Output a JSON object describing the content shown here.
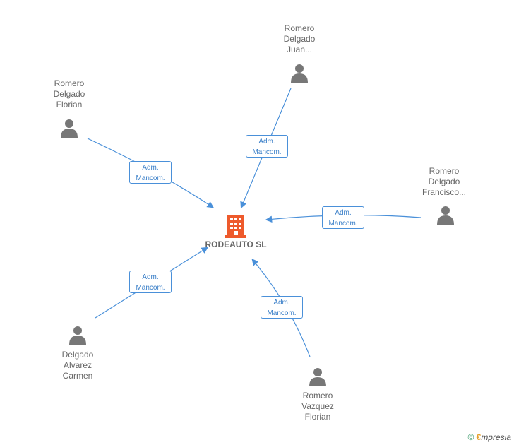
{
  "center": {
    "name": "RODEAUTO SL",
    "icon": "building-icon",
    "color": "#ee5a2c"
  },
  "people": [
    {
      "id": "p1",
      "name": "Romero\nDelgado\nJuan...",
      "icon": "person-icon"
    },
    {
      "id": "p2",
      "name": "Romero\nDelgado\nFlorian",
      "icon": "person-icon"
    },
    {
      "id": "p3",
      "name": "Romero\nDelgado\nFrancisco...",
      "icon": "person-icon"
    },
    {
      "id": "p4",
      "name": "Delgado\nAlvarez\nCarmen",
      "icon": "person-icon"
    },
    {
      "id": "p5",
      "name": "Romero\nVazquez\nFlorian",
      "icon": "person-icon"
    }
  ],
  "relations": [
    {
      "line1": "Adm.",
      "line2": "Mancom."
    },
    {
      "line1": "Adm.",
      "line2": "Mancom."
    },
    {
      "line1": "Adm.",
      "line2": "Mancom."
    },
    {
      "line1": "Adm.",
      "line2": "Mancom."
    },
    {
      "line1": "Adm.",
      "line2": "Mancom."
    }
  ],
  "footer": {
    "copyright": "©",
    "brand_initial": "€",
    "brand_rest": "mpresia"
  },
  "colors": {
    "edge": "#4a90d9",
    "person": "#777777"
  }
}
